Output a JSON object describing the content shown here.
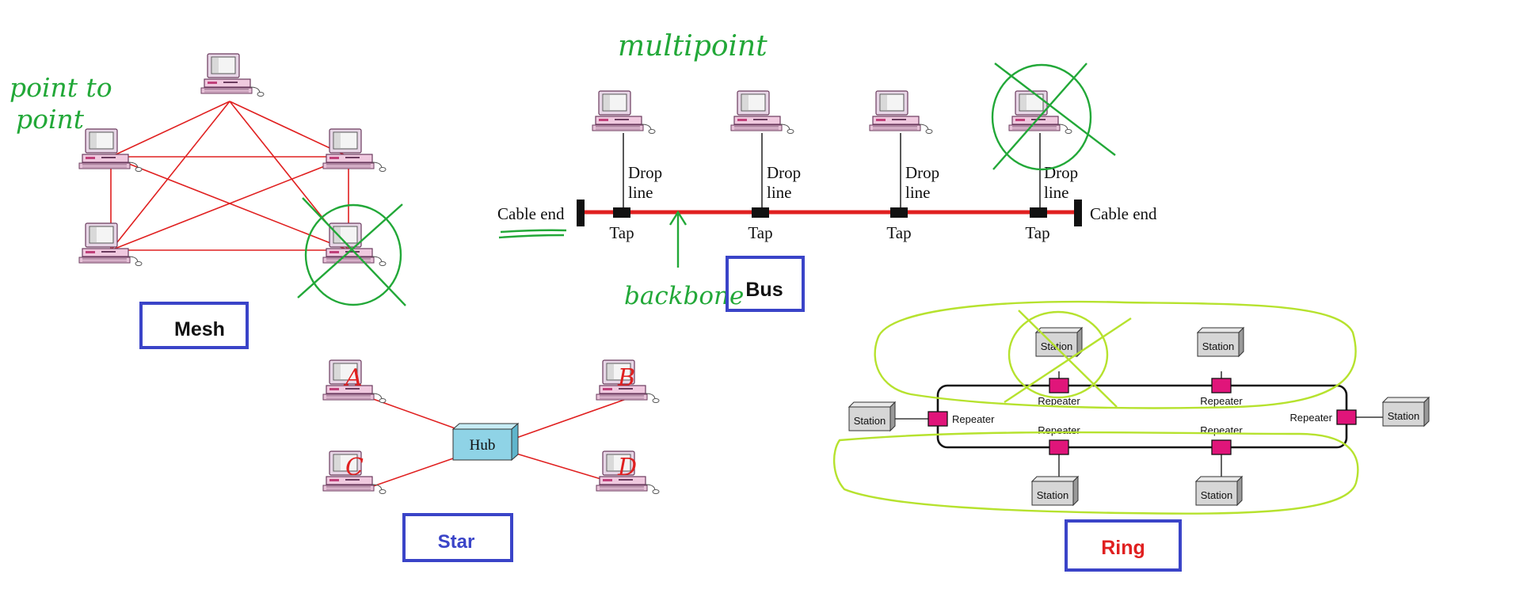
{
  "annotations": {
    "point_to_point_line1": "point to",
    "point_to_point_line2": "point",
    "multipoint": "multipoint",
    "backbone": "backbone"
  },
  "mesh": {
    "title": "Mesh"
  },
  "bus": {
    "title": "Bus",
    "drop_line_1": "Drop",
    "drop_line_2": "line",
    "tap_label": "Tap",
    "cable_end_label": "Cable end"
  },
  "star": {
    "title": "Star",
    "hub_label": "Hub",
    "node_letters": [
      "A",
      "B",
      "C",
      "D"
    ]
  },
  "ring": {
    "title": "Ring",
    "station_label": "Station",
    "repeater_label": "Repeater"
  },
  "colors": {
    "link_red": "#e02020",
    "annotation_green": "#22a838",
    "highlight_lime": "#b6e22e",
    "label_box_blue": "#3a44c8",
    "ring_title_red": "#e02020",
    "repeater_magenta": "#e0157a",
    "hub_cyan": "#8fd3e6"
  }
}
